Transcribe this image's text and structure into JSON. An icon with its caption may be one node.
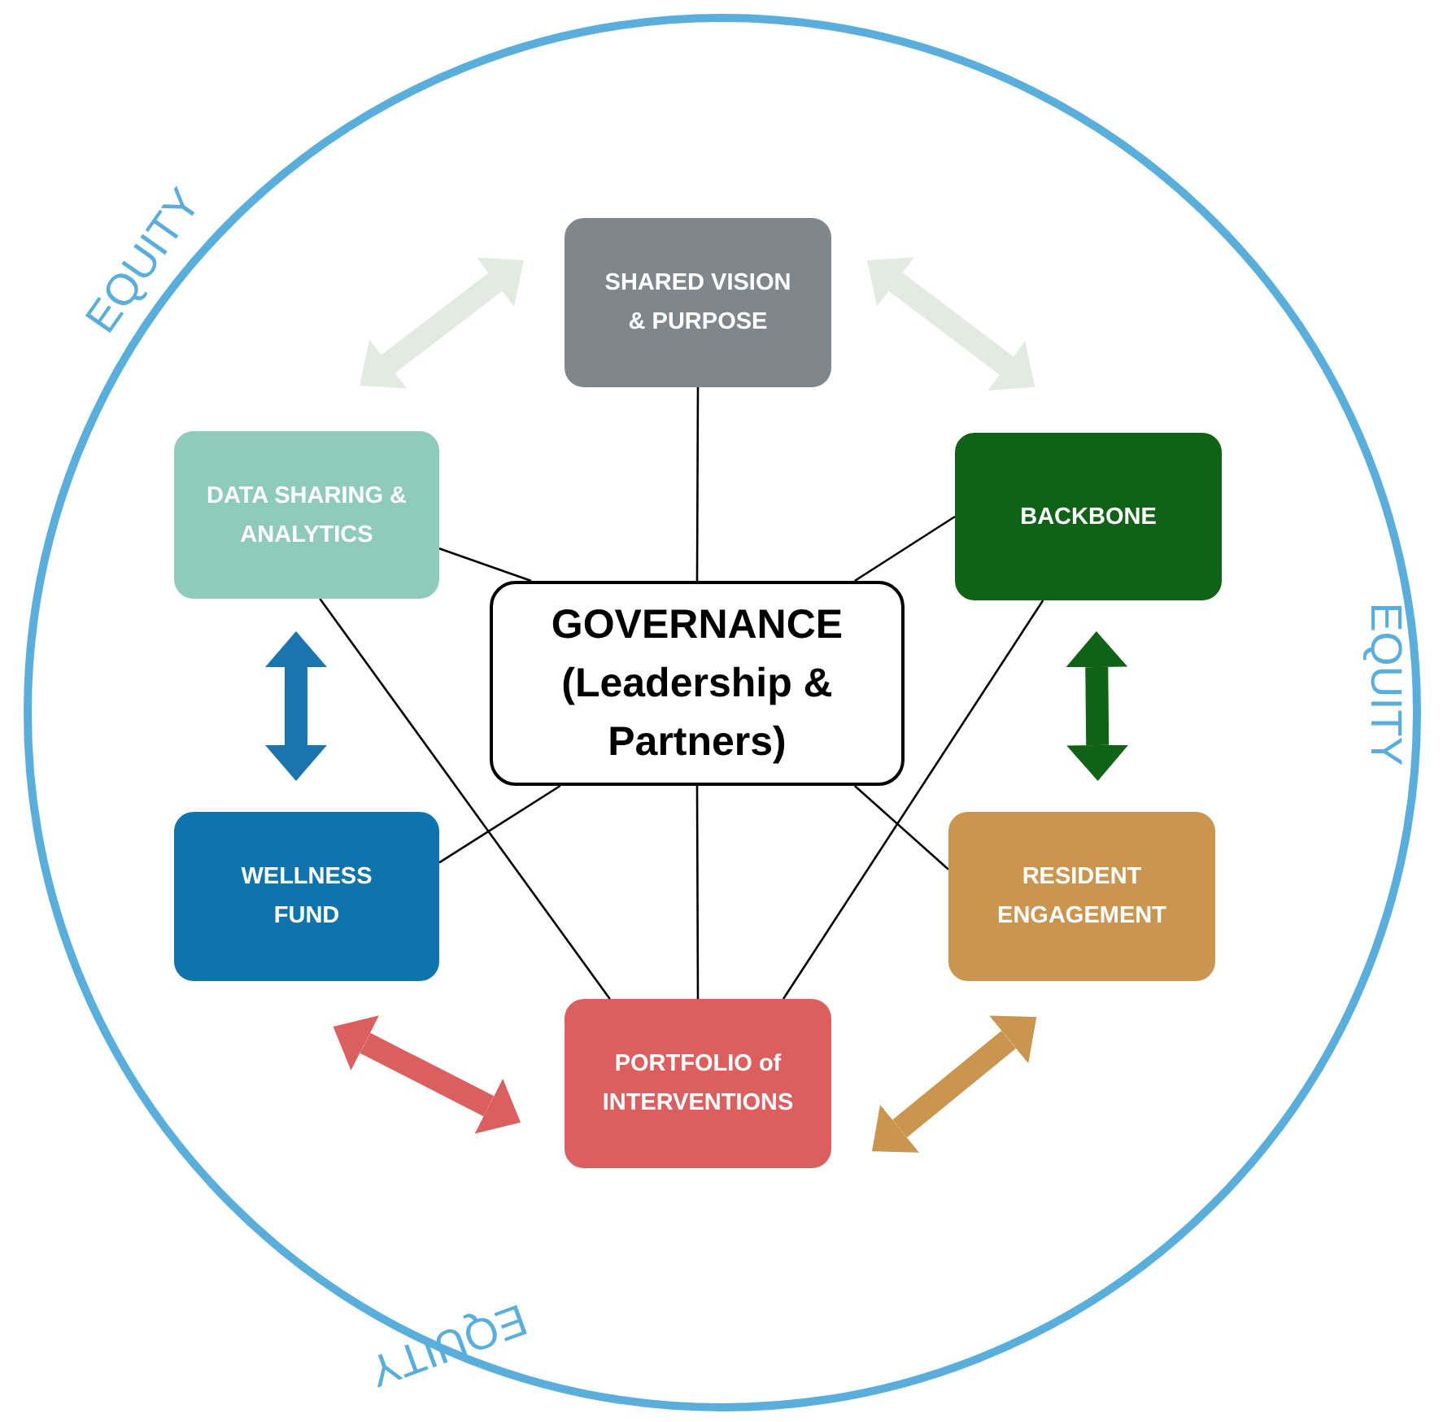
{
  "diagram": {
    "nodes": [
      {
        "text": [
          "SHARED VISION & PURPOSE"
        ]
      },
      {
        "text": [
          "DATA SHARING & ANALYTICS"
        ]
      },
      {
        "text": [
          "BACKBONE"
        ]
      },
      {
        "text": [
          "GOVERNANCE (Leadership & Partners)"
        ]
      },
      {
        "text": [
          "WELLNESS FUND"
        ]
      },
      {
        "text": [
          "RESIDENT ENGAGEMENT"
        ]
      },
      {
        "text": [
          "PORTFOLIO of INTERVENTIONS"
        ]
      }
    ],
    "edges": [
      {
        "from": 0,
        "to": 1,
        "arrow": "both",
        "style": "thick",
        "color": "#e2eae2"
      },
      {
        "from": 0,
        "to": 2,
        "arrow": "both",
        "style": "thick",
        "color": "#e2eae2"
      },
      {
        "from": 1,
        "to": 4,
        "arrow": "both",
        "style": "thick",
        "color": "#1a74ad"
      },
      {
        "from": 2,
        "to": 5,
        "arrow": "both",
        "style": "thick",
        "color": "#106216"
      },
      {
        "from": 4,
        "to": 6,
        "arrow": "both",
        "style": "thick",
        "color": "#db5f5f"
      },
      {
        "from": 5,
        "to": 6,
        "arrow": "both",
        "style": "thick",
        "color": "#c9954f"
      },
      {
        "from": 3,
        "to": 0,
        "arrow": "none"
      },
      {
        "from": 3,
        "to": 1,
        "arrow": "none"
      },
      {
        "from": 3,
        "to": 2,
        "arrow": "none"
      },
      {
        "from": 3,
        "to": 4,
        "arrow": "none"
      },
      {
        "from": 3,
        "to": 5,
        "arrow": "none"
      },
      {
        "from": 3,
        "to": 6,
        "arrow": "none"
      },
      {
        "from": 1,
        "to": 6,
        "arrow": "none"
      },
      {
        "from": 2,
        "to": 6,
        "arrow": "none"
      }
    ],
    "labels": [
      "EQUITY",
      "EQUITY",
      "EQUITY"
    ]
  }
}
